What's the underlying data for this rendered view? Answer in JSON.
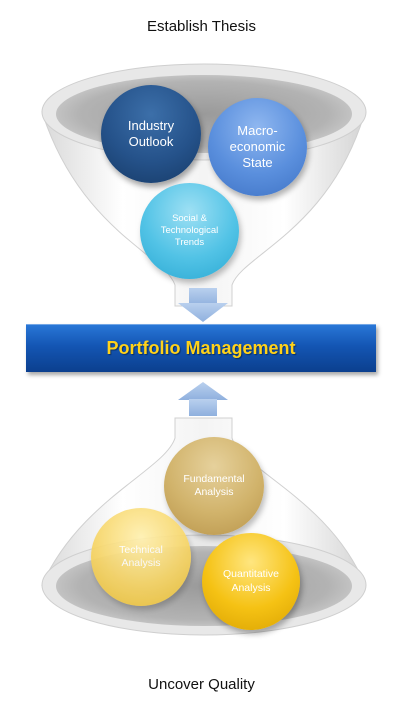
{
  "top": {
    "title": "Establish Thesis",
    "inputs": [
      {
        "lines": [
          "Industry",
          "Outlook"
        ]
      },
      {
        "lines": [
          "Macro-",
          "economic",
          "State"
        ]
      },
      {
        "lines": [
          "Social &",
          "Technological",
          "Trends"
        ]
      }
    ]
  },
  "center": {
    "title": "Portfolio Management"
  },
  "bottom": {
    "title": "Uncover Quality",
    "inputs": [
      {
        "lines": [
          "Fundamental",
          "Analysis"
        ]
      },
      {
        "lines": [
          "Technical",
          "Analysis"
        ]
      },
      {
        "lines": [
          "Quantitative",
          "Analysis"
        ]
      }
    ]
  },
  "colors": {
    "banner": "#1456b4",
    "banner_text": "#ffd21a",
    "arrow": "#a8c3e6",
    "funnel_rim": "#bdbdbd"
  }
}
